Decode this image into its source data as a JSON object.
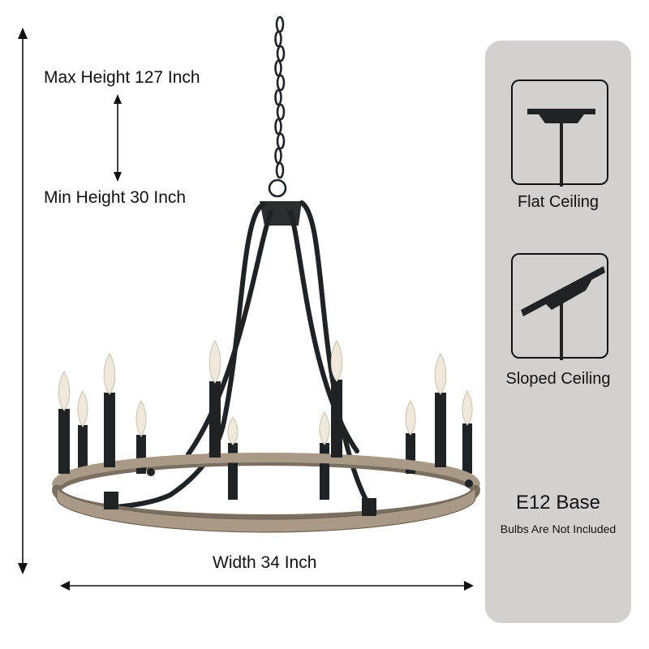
{
  "dimensions": {
    "max_height": "Max Height 127 Inch",
    "min_height": "Min Height 30 Inch",
    "width": "Width 34 Inch"
  },
  "mounting": {
    "flat": "Flat Ceiling",
    "sloped": "Sloped Ceiling"
  },
  "bulb": {
    "base": "E12 Base",
    "note": "Bulbs Are Not Included"
  },
  "colors": {
    "panel": "#d3d1ce",
    "metal": "#1f2326",
    "wood": "#a89a87",
    "flame": "#efe9dc"
  }
}
